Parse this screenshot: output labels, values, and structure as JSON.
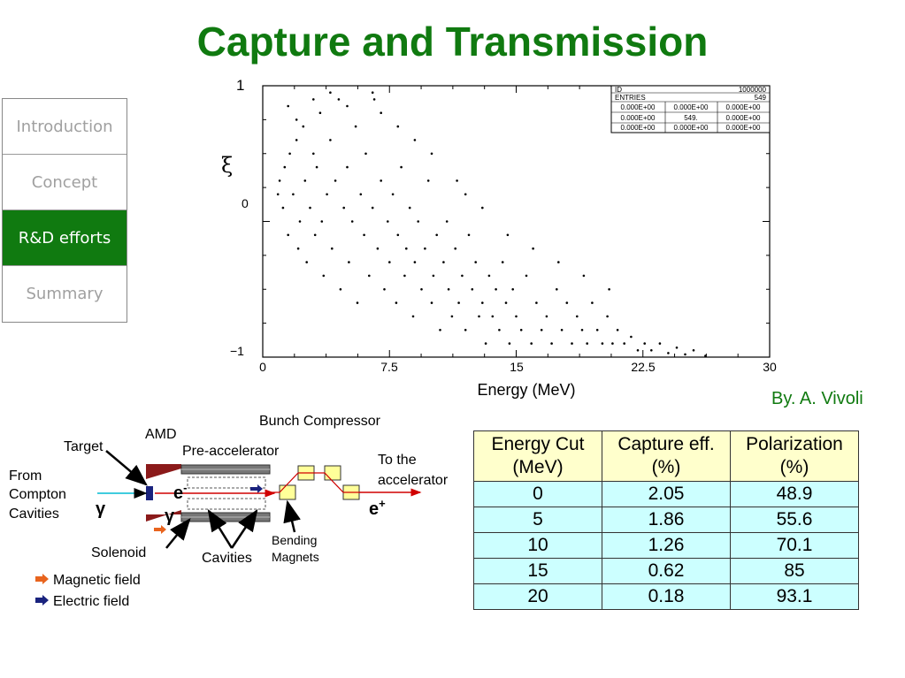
{
  "title": "Capture and Transmission",
  "sidebar": {
    "items": [
      {
        "label": "Introduction",
        "active": false
      },
      {
        "label": "Concept",
        "active": false
      },
      {
        "label": "R&D efforts",
        "active": true
      },
      {
        "label": "Summary",
        "active": false
      }
    ]
  },
  "credit": "By. A. Vivoli",
  "chart_data": {
    "type": "scatter",
    "xlabel": "Energy (MeV)",
    "ylabel": "ξ",
    "xlim": [
      0,
      30
    ],
    "ylim": [
      -1,
      1
    ],
    "x_ticks": [
      "0",
      "7.5",
      "15",
      "22.5",
      "30"
    ],
    "y_ticks": [
      "1",
      "0",
      "−1"
    ],
    "stats_box": {
      "id_label": "ID",
      "id_value": "1000000",
      "entries_label": "ENTRIES",
      "entries_value": "549",
      "grid": [
        [
          "0.000E+00",
          "0.000E+00",
          "0.000E+00"
        ],
        [
          "0.000E+00",
          "549.",
          "0.000E+00"
        ],
        [
          "0.000E+00",
          "0.000E+00",
          "0.000E+00"
        ]
      ]
    },
    "points": [
      [
        0.9,
        0.2
      ],
      [
        1.0,
        0.3
      ],
      [
        1.2,
        0.1
      ],
      [
        1.3,
        0.4
      ],
      [
        1.5,
        -0.1
      ],
      [
        1.6,
        0.5
      ],
      [
        1.8,
        0.2
      ],
      [
        2.0,
        0.6
      ],
      [
        2.1,
        -0.2
      ],
      [
        2.2,
        0.0
      ],
      [
        2.4,
        0.7
      ],
      [
        2.5,
        0.3
      ],
      [
        2.6,
        -0.3
      ],
      [
        2.8,
        0.1
      ],
      [
        3.0,
        0.5
      ],
      [
        3.1,
        -0.1
      ],
      [
        3.2,
        0.4
      ],
      [
        3.4,
        0.8
      ],
      [
        3.5,
        0.0
      ],
      [
        3.6,
        -0.4
      ],
      [
        3.8,
        0.2
      ],
      [
        4.0,
        0.6
      ],
      [
        4.1,
        -0.2
      ],
      [
        4.3,
        0.3
      ],
      [
        4.5,
        0.9
      ],
      [
        4.6,
        -0.5
      ],
      [
        4.8,
        0.1
      ],
      [
        5.0,
        0.4
      ],
      [
        5.1,
        -0.3
      ],
      [
        5.3,
        0.0
      ],
      [
        5.5,
        0.7
      ],
      [
        5.6,
        -0.6
      ],
      [
        5.8,
        0.2
      ],
      [
        6.0,
        -0.1
      ],
      [
        6.1,
        0.5
      ],
      [
        6.3,
        -0.4
      ],
      [
        6.5,
        0.1
      ],
      [
        6.6,
        0.9
      ],
      [
        6.8,
        -0.2
      ],
      [
        7.0,
        0.3
      ],
      [
        7.2,
        -0.5
      ],
      [
        7.4,
        0.0
      ],
      [
        7.5,
        -0.3
      ],
      [
        7.7,
        0.2
      ],
      [
        7.9,
        -0.6
      ],
      [
        8.0,
        -0.1
      ],
      [
        8.2,
        0.4
      ],
      [
        8.4,
        -0.4
      ],
      [
        8.5,
        -0.2
      ],
      [
        8.7,
        0.1
      ],
      [
        8.9,
        -0.7
      ],
      [
        9.0,
        -0.3
      ],
      [
        9.2,
        0.0
      ],
      [
        9.4,
        -0.5
      ],
      [
        9.6,
        -0.2
      ],
      [
        9.8,
        0.3
      ],
      [
        10.0,
        -0.6
      ],
      [
        10.1,
        -0.4
      ],
      [
        10.3,
        -0.1
      ],
      [
        10.5,
        -0.8
      ],
      [
        10.7,
        -0.3
      ],
      [
        10.9,
        0.0
      ],
      [
        11.0,
        -0.5
      ],
      [
        11.2,
        -0.7
      ],
      [
        11.4,
        -0.2
      ],
      [
        11.6,
        -0.6
      ],
      [
        11.8,
        -0.4
      ],
      [
        12.0,
        -0.8
      ],
      [
        12.2,
        -0.1
      ],
      [
        12.4,
        -0.5
      ],
      [
        12.6,
        -0.3
      ],
      [
        12.8,
        -0.7
      ],
      [
        13.0,
        -0.6
      ],
      [
        13.2,
        -0.9
      ],
      [
        13.4,
        -0.4
      ],
      [
        13.6,
        -0.7
      ],
      [
        13.8,
        -0.5
      ],
      [
        14.0,
        -0.8
      ],
      [
        14.2,
        -0.3
      ],
      [
        14.4,
        -0.6
      ],
      [
        14.6,
        -0.9
      ],
      [
        14.8,
        -0.5
      ],
      [
        15.0,
        -0.7
      ],
      [
        15.3,
        -0.8
      ],
      [
        15.6,
        -0.4
      ],
      [
        15.9,
        -0.9
      ],
      [
        16.2,
        -0.6
      ],
      [
        16.5,
        -0.8
      ],
      [
        16.8,
        -0.7
      ],
      [
        17.1,
        -0.9
      ],
      [
        17.4,
        -0.5
      ],
      [
        17.7,
        -0.8
      ],
      [
        18.0,
        -0.6
      ],
      [
        18.3,
        -0.9
      ],
      [
        18.6,
        -0.7
      ],
      [
        18.9,
        -0.8
      ],
      [
        19.2,
        -0.9
      ],
      [
        19.5,
        -0.6
      ],
      [
        19.8,
        -0.8
      ],
      [
        20.1,
        -0.9
      ],
      [
        20.4,
        -0.7
      ],
      [
        20.7,
        -0.9
      ],
      [
        21.0,
        -0.8
      ],
      [
        21.4,
        -0.9
      ],
      [
        21.8,
        -0.85
      ],
      [
        22.2,
        -0.95
      ],
      [
        22.6,
        -0.9
      ],
      [
        23.0,
        -0.95
      ],
      [
        23.5,
        -0.9
      ],
      [
        24.0,
        -0.97
      ],
      [
        24.5,
        -0.93
      ],
      [
        25.0,
        -0.98
      ],
      [
        25.5,
        -0.95
      ],
      [
        26.2,
        -0.99
      ],
      [
        3.0,
        0.9
      ],
      [
        5.0,
        0.85
      ],
      [
        6.5,
        0.95
      ],
      [
        2.0,
        0.75
      ],
      [
        8.0,
        0.7
      ],
      [
        10.0,
        0.5
      ],
      [
        9.0,
        0.6
      ],
      [
        11.5,
        0.3
      ],
      [
        13.0,
        0.1
      ],
      [
        12.0,
        0.2
      ],
      [
        14.5,
        -0.1
      ],
      [
        16.0,
        -0.2
      ],
      [
        17.5,
        -0.3
      ],
      [
        19.0,
        -0.4
      ],
      [
        20.5,
        -0.5
      ],
      [
        4.0,
        0.95
      ],
      [
        7.0,
        0.8
      ],
      [
        1.5,
        0.85
      ]
    ]
  },
  "diagram": {
    "labels": {
      "bunch_compressor": "Bunch Compressor",
      "amd": "AMD",
      "target": "Target",
      "pre_accelerator": "Pre-accelerator",
      "to_the": "To the",
      "accelerator": "accelerator",
      "from": "From",
      "compton": "Compton",
      "cavities_left": "Cavities",
      "gamma_in": "γ",
      "e_minus": "e",
      "e_minus_sup": "-",
      "gamma_out": "γ",
      "e_plus": "e",
      "e_plus_sup": "+",
      "solenoid": "Solenoid",
      "cavities": "Cavities",
      "bending": "Bending",
      "magnets": "Magnets"
    },
    "legend": [
      {
        "label": "Magnetic field",
        "color": "#e8641e"
      },
      {
        "label": "Electric field",
        "color": "#1a237e"
      }
    ]
  },
  "table": {
    "headers": [
      [
        "Energy Cut",
        "(MeV)"
      ],
      [
        "Capture eff.",
        "(%)"
      ],
      [
        "Polarization",
        "(%)"
      ]
    ],
    "rows": [
      [
        "0",
        "2.05",
        "48.9"
      ],
      [
        "5",
        "1.86",
        "55.6"
      ],
      [
        "10",
        "1.26",
        "70.1"
      ],
      [
        "15",
        "0.62",
        "85"
      ],
      [
        "20",
        "0.18",
        "93.1"
      ]
    ]
  }
}
